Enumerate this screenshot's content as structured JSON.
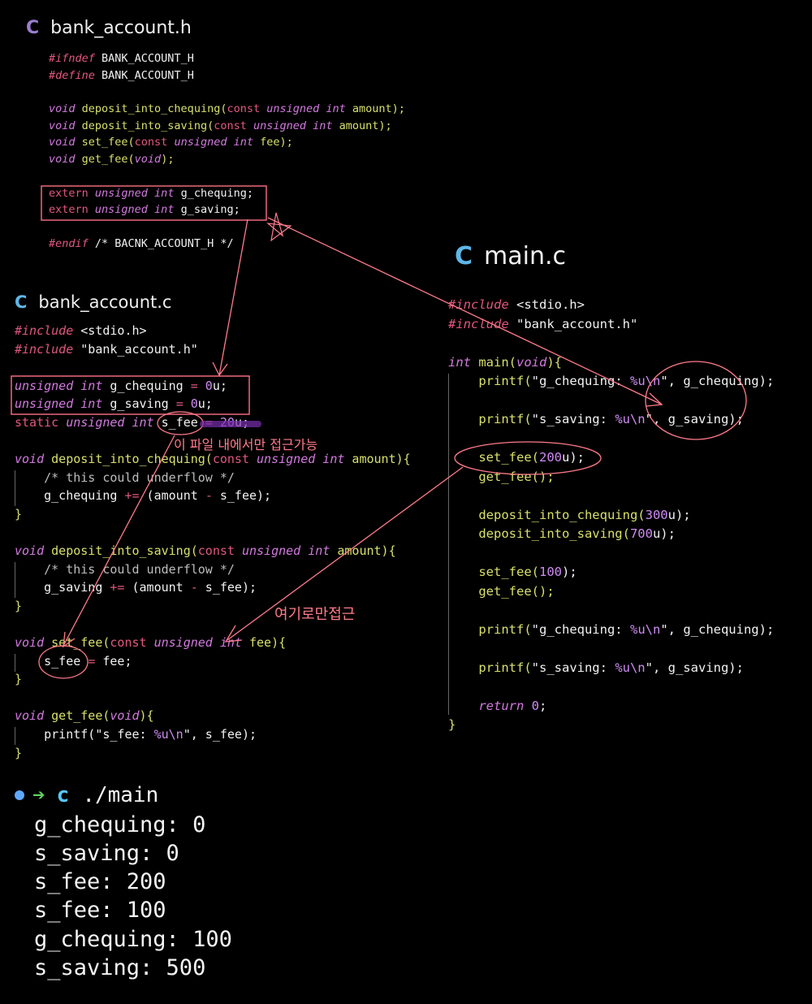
{
  "header_file": {
    "title": "bank_account.h",
    "lines": [
      [
        [
          "pp",
          "#ifndef"
        ],
        [
          "id",
          " BANK_ACCOUNT_H"
        ]
      ],
      [
        [
          "pp",
          "#define"
        ],
        [
          "id",
          " BANK_ACCOUNT_H"
        ]
      ],
      [],
      [
        [
          "kw",
          "void"
        ],
        [
          "fn",
          " deposit_into_chequing("
        ],
        [
          "kwp",
          "const"
        ],
        [
          "kw",
          " unsigned int"
        ],
        [
          "fn",
          " amount);"
        ]
      ],
      [
        [
          "kw",
          "void"
        ],
        [
          "fn",
          " deposit_into_saving("
        ],
        [
          "kwp",
          "const"
        ],
        [
          "kw",
          " unsigned int"
        ],
        [
          "fn",
          " amount);"
        ]
      ],
      [
        [
          "kw",
          "void"
        ],
        [
          "fn",
          " set_fee("
        ],
        [
          "kwp",
          "const"
        ],
        [
          "kw",
          " unsigned int"
        ],
        [
          "fn",
          " fee);"
        ]
      ],
      [
        [
          "kw",
          "void"
        ],
        [
          "fn",
          " get_fee("
        ],
        [
          "kw",
          "void"
        ],
        [
          "fn",
          ");"
        ]
      ],
      [],
      [
        [
          "kwp",
          "extern"
        ],
        [
          "kw",
          " unsigned int"
        ],
        [
          "id",
          " g_chequing;"
        ]
      ],
      [
        [
          "kwp",
          "extern"
        ],
        [
          "kw",
          " unsigned int"
        ],
        [
          "id",
          " g_saving;"
        ]
      ],
      [],
      [
        [
          "pp",
          "#endif"
        ],
        [
          "id",
          " /* BACNK_ACCOUNT_H */"
        ]
      ]
    ]
  },
  "source_file": {
    "title": "bank_account.c",
    "lines": [
      [
        [
          "pp",
          "#include"
        ],
        [
          "id",
          " <stdio.h>"
        ]
      ],
      [
        [
          "pp",
          "#include"
        ],
        [
          "id",
          " \"bank_account.h\""
        ]
      ],
      [],
      [
        [
          "kw",
          "unsigned int"
        ],
        [
          "id",
          " g_chequing "
        ],
        [
          "op",
          "="
        ],
        [
          "num",
          " 0"
        ],
        [
          "id",
          "u;"
        ]
      ],
      [
        [
          "kw",
          "unsigned int"
        ],
        [
          "id",
          " g_saving "
        ],
        [
          "op",
          "="
        ],
        [
          "num",
          " 0"
        ],
        [
          "id",
          "u;"
        ]
      ],
      [
        [
          "kwp",
          "static"
        ],
        [
          "kw",
          " unsigned int"
        ],
        [
          "id",
          " s_fee "
        ],
        [
          "op",
          "="
        ],
        [
          "num",
          " 20"
        ],
        [
          "id",
          "u;"
        ]
      ],
      [],
      [
        [
          "kw",
          "void"
        ],
        [
          "fn",
          " deposit_into_chequing("
        ],
        [
          "kwp",
          "const"
        ],
        [
          "kw",
          " unsigned int"
        ],
        [
          "fn",
          " amount){"
        ]
      ],
      [
        [
          "cm",
          "    /* this could underflow */"
        ]
      ],
      [
        [
          "id",
          "    g_chequing "
        ],
        [
          "op",
          "+="
        ],
        [
          "id",
          " (amount "
        ],
        [
          "op",
          "-"
        ],
        [
          "id",
          " s_fee);"
        ]
      ],
      [
        [
          "fn",
          "}"
        ]
      ],
      [],
      [
        [
          "kw",
          "void"
        ],
        [
          "fn",
          " deposit_into_saving("
        ],
        [
          "kwp",
          "const"
        ],
        [
          "kw",
          " unsigned int"
        ],
        [
          "fn",
          " amount){"
        ]
      ],
      [
        [
          "cm",
          "    /* this could underflow */"
        ]
      ],
      [
        [
          "id",
          "    g_saving "
        ],
        [
          "op",
          "+="
        ],
        [
          "id",
          " (amount "
        ],
        [
          "op",
          "-"
        ],
        [
          "id",
          " s_fee);"
        ]
      ],
      [
        [
          "fn",
          "}"
        ]
      ],
      [],
      [
        [
          "kw",
          "void"
        ],
        [
          "fn",
          " set_fee("
        ],
        [
          "kwp",
          "const"
        ],
        [
          "kw",
          " unsigned int"
        ],
        [
          "fn",
          " fee){"
        ]
      ],
      [
        [
          "id",
          "    s_fee "
        ],
        [
          "op",
          "="
        ],
        [
          "id",
          " fee;"
        ]
      ],
      [
        [
          "fn",
          "}"
        ]
      ],
      [],
      [
        [
          "kw",
          "void"
        ],
        [
          "fn",
          " get_fee("
        ],
        [
          "kw",
          "void"
        ],
        [
          "fn",
          "){"
        ]
      ],
      [
        [
          "id",
          "    printf(\"s_fee: "
        ],
        [
          "num",
          "%u\\n"
        ],
        [
          "id",
          "\", s_fee);"
        ]
      ],
      [
        [
          "fn",
          "}"
        ]
      ]
    ]
  },
  "main_file": {
    "title": "main.c",
    "lines": [
      [
        [
          "pp",
          "#include"
        ],
        [
          "id",
          " <stdio.h>"
        ]
      ],
      [
        [
          "pp",
          "#include"
        ],
        [
          "id",
          " \"bank_account.h\""
        ]
      ],
      [],
      [
        [
          "kw",
          "int"
        ],
        [
          "fn",
          " main("
        ],
        [
          "kw",
          "void"
        ],
        [
          "fn",
          "){"
        ]
      ],
      [
        [
          "fn",
          "    printf("
        ],
        [
          "str",
          "\"g_chequing: "
        ],
        [
          "num",
          "%u\\n"
        ],
        [
          "str",
          "\""
        ],
        [
          "id",
          ", g_chequing);"
        ]
      ],
      [],
      [
        [
          "fn",
          "    printf("
        ],
        [
          "str",
          "\"s_saving: "
        ],
        [
          "num",
          "%u\\n"
        ],
        [
          "str",
          "\""
        ],
        [
          "id",
          ", g_saving);"
        ]
      ],
      [],
      [
        [
          "fn",
          "    set_fee("
        ],
        [
          "num",
          "200"
        ],
        [
          "id",
          "u);"
        ]
      ],
      [
        [
          "fn",
          "    get_fee();"
        ]
      ],
      [],
      [
        [
          "fn",
          "    deposit_into_chequing("
        ],
        [
          "num",
          "300"
        ],
        [
          "id",
          "u);"
        ]
      ],
      [
        [
          "fn",
          "    deposit_into_saving("
        ],
        [
          "num",
          "700"
        ],
        [
          "id",
          "u);"
        ]
      ],
      [],
      [
        [
          "fn",
          "    set_fee("
        ],
        [
          "num",
          "100"
        ],
        [
          "id",
          ");"
        ]
      ],
      [
        [
          "fn",
          "    get_fee();"
        ]
      ],
      [],
      [
        [
          "fn",
          "    printf("
        ],
        [
          "str",
          "\"g_chequing: "
        ],
        [
          "num",
          "%u\\n"
        ],
        [
          "str",
          "\""
        ],
        [
          "id",
          ", g_chequing);"
        ]
      ],
      [],
      [
        [
          "fn",
          "    printf("
        ],
        [
          "str",
          "\"s_saving: "
        ],
        [
          "num",
          "%u\\n"
        ],
        [
          "str",
          "\""
        ],
        [
          "id",
          ", g_saving);"
        ]
      ],
      [],
      [
        [
          "kw",
          "    return"
        ],
        [
          "num",
          " 0"
        ],
        [
          "id",
          ";"
        ]
      ],
      [
        [
          "fn",
          "}"
        ]
      ]
    ]
  },
  "annotations": {
    "note_file_only": "이 파일 내에서만 접근가능",
    "note_only_here": "여기로만접근"
  },
  "terminal": {
    "c_label": "c",
    "command": "./main",
    "output": [
      "g_chequing: 0",
      "s_saving: 0",
      "s_fee: 200",
      "s_fee: 100",
      "g_chequing: 100",
      "s_saving: 500"
    ]
  },
  "colors": {
    "background": "#000000",
    "keyword": "#d37ae0",
    "preprocessor": "#e2577e",
    "function": "#d8e06a",
    "number": "#d08bf5",
    "annotation": "#ff7b8a",
    "file_icon": "#9a7fd1"
  }
}
